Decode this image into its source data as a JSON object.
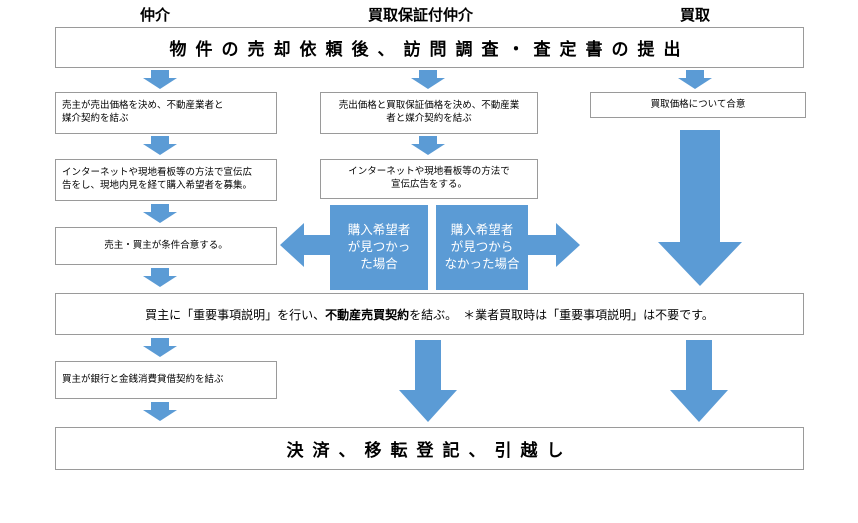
{
  "headers": {
    "col1": "仲介",
    "col2": "買取保証付仲介",
    "col3": "買取"
  },
  "top_box": "物件の売却依頼後、訪問調査・査定書の提出",
  "col1": {
    "step1_line1": "売主が売出価格を決め、不動産業者と",
    "step1_line2": "媒介契約を結ぶ",
    "step2_line1": "インターネットや現地看板等の方法で宣伝広",
    "step2_line2": "告をし、現地内見を経て購入希望者を募集。",
    "step3": "売主・買主が条件合意する。",
    "step4": "買主が銀行と金銭消費貸借契約を結ぶ"
  },
  "col2": {
    "step1_line1": "売出価格と買取保証価格を決め、不動産業",
    "step1_line2": "者と媒介契約を結ぶ",
    "step2_line1": "インターネットや現地看板等の方法で",
    "step2_line2": "宣伝広告をする。",
    "found_line1": "購入希望者",
    "found_line2": "が見つかっ",
    "found_line3": "た場合",
    "notfound_line1": "購入希望者",
    "notfound_line2": "が見つから",
    "notfound_line3": "なかった場合"
  },
  "col3": {
    "step1": "買取価格について合意"
  },
  "contract_box": {
    "part1": "買主に「重要事項説明」を行い、",
    "part2_bold": "不動産売買契約",
    "part3": "を結ぶ。　＊業者買取時は「重要事項説明」は不要です。"
  },
  "final_box": "決済、移転登記、引越し",
  "colors": {
    "arrow": "#5b9bd5",
    "border": "#9a9a9a"
  }
}
